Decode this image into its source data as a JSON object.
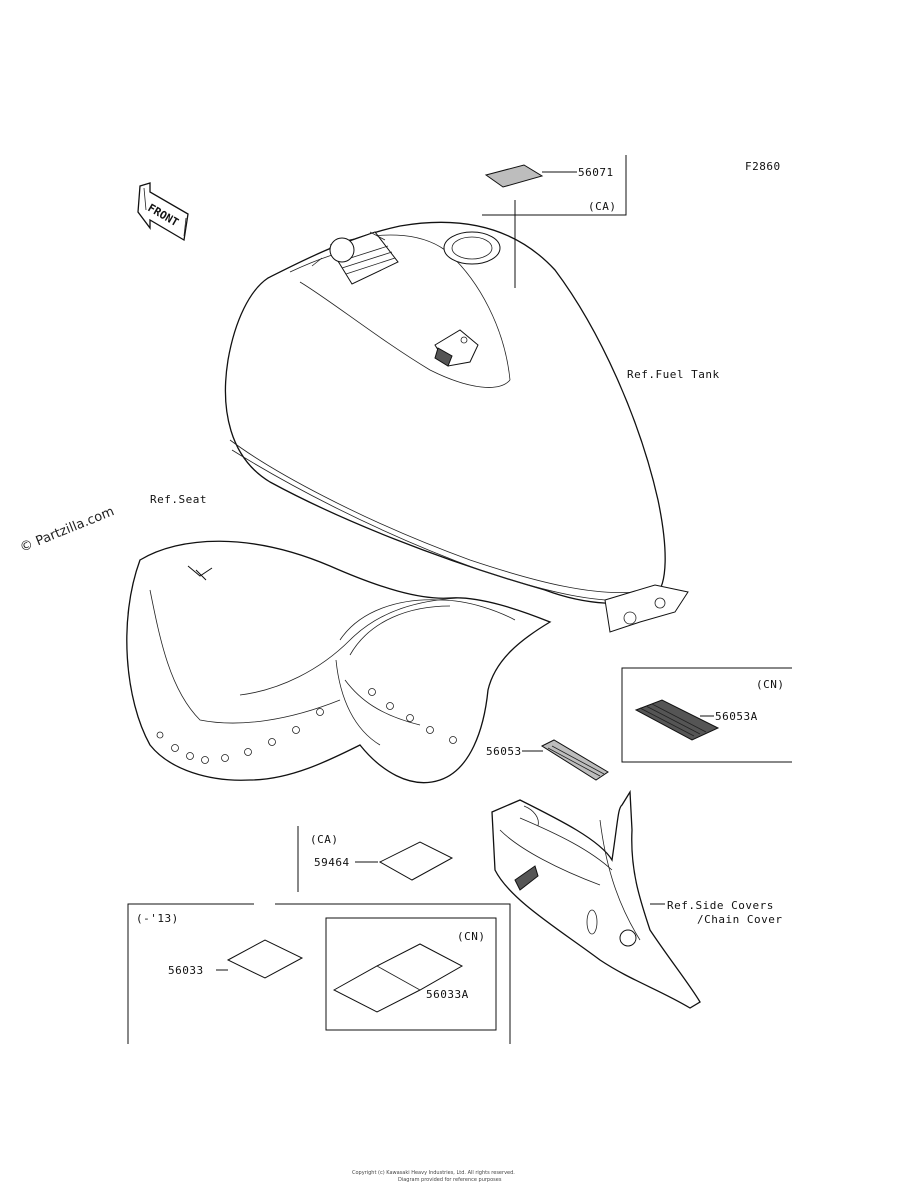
{
  "figure_code": "F2860",
  "watermark": "© Partzilla.com",
  "front_label": "FRONT",
  "refs": {
    "fuel_tank": "Ref.Fuel Tank",
    "seat": "Ref.Seat",
    "side_covers_line1": "Ref.Side Covers",
    "side_covers_line2": "/Chain Cover"
  },
  "parts": {
    "p56071": "56071",
    "p56053A": "56053A",
    "p56053": "56053",
    "p59464": "59464",
    "p56033_left": "56033",
    "p56033A": "56033A"
  },
  "region_tags": {
    "ca_top": "(CA)",
    "cn_right": "(CN)",
    "ca_mid": "(CA)",
    "year_box": "(-'13)",
    "cn_inner": "(CN)"
  },
  "footer": {
    "line1": "Copyright (c) Kawasaki Heavy Industries, Ltd. All rights reserved.",
    "line2": "Diagram provided for reference purposes"
  }
}
